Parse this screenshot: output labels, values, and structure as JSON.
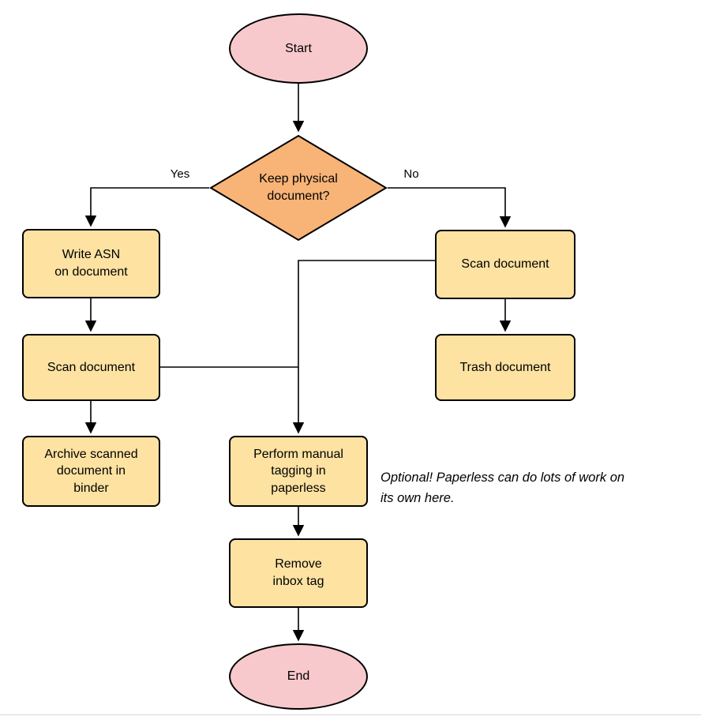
{
  "colors": {
    "terminal-fill": "#f8c9cc",
    "decision-fill": "#f8b377",
    "process-fill": "#fde2a2",
    "stroke": "#000000"
  },
  "nodes": {
    "start": {
      "label": "Start"
    },
    "decision": {
      "label": "Keep physical\ndocument?"
    },
    "write_asn": {
      "label": "Write ASN\non document"
    },
    "scan_document_right": {
      "label": "Scan document"
    },
    "trash_document": {
      "label": "Trash document"
    },
    "scan_document_left": {
      "label": "Scan document"
    },
    "archive": {
      "label": "Archive scanned\ndocument in\nbinder"
    },
    "manual_tagging": {
      "label": "Perform manual\ntagging in\npaperless"
    },
    "remove_inbox_tag": {
      "label": "Remove\ninbox tag"
    },
    "end": {
      "label": "End"
    }
  },
  "edge_labels": {
    "yes": "Yes",
    "no": "No"
  },
  "annotation": {
    "text": "Optional! Paperless can do lots of work on\nits own here."
  }
}
